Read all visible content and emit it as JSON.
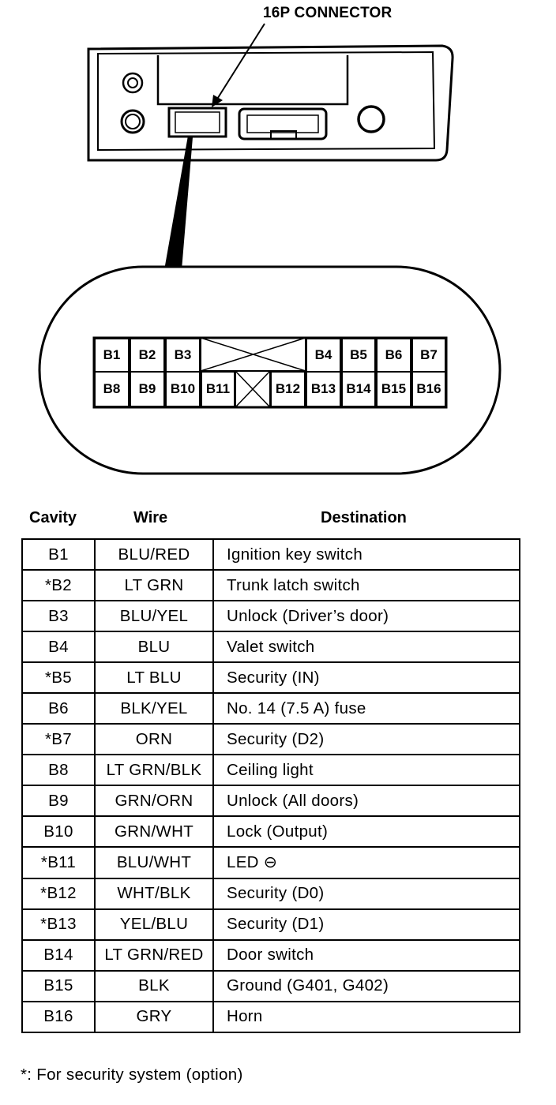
{
  "callout_label": "16P CONNECTOR",
  "connector_pins": {
    "top_row": [
      "B1",
      "B2",
      "B3",
      "B4",
      "B5",
      "B6",
      "B7"
    ],
    "bottom_row": [
      "B8",
      "B9",
      "B10",
      "B11",
      "B12",
      "B13",
      "B14",
      "B15",
      "B16"
    ]
  },
  "table": {
    "headers": {
      "cavity": "Cavity",
      "wire": "Wire",
      "destination": "Destination"
    },
    "rows": [
      {
        "cavity": "B1",
        "wire": "BLU/RED",
        "destination": "Ignition key switch"
      },
      {
        "cavity": "*B2",
        "wire": "LT GRN",
        "destination": "Trunk latch switch"
      },
      {
        "cavity": "B3",
        "wire": "BLU/YEL",
        "destination": "Unlock (Driver’s door)"
      },
      {
        "cavity": "B4",
        "wire": "BLU",
        "destination": "Valet switch"
      },
      {
        "cavity": "*B5",
        "wire": "LT BLU",
        "destination": "Security (IN)"
      },
      {
        "cavity": "B6",
        "wire": "BLK/YEL",
        "destination": "No. 14 (7.5 A) fuse"
      },
      {
        "cavity": "*B7",
        "wire": "ORN",
        "destination": "Security (D2)"
      },
      {
        "cavity": "B8",
        "wire": "LT GRN/BLK",
        "destination": "Ceiling light"
      },
      {
        "cavity": "B9",
        "wire": "GRN/ORN",
        "destination": "Unlock (All doors)"
      },
      {
        "cavity": "B10",
        "wire": "GRN/WHT",
        "destination": "Lock (Output)"
      },
      {
        "cavity": "*B11",
        "wire": "BLU/WHT",
        "destination": "LED ⊖"
      },
      {
        "cavity": "*B12",
        "wire": "WHT/BLK",
        "destination": "Security (D0)"
      },
      {
        "cavity": "*B13",
        "wire": "YEL/BLU",
        "destination": "Security (D1)"
      },
      {
        "cavity": "B14",
        "wire": "LT GRN/RED",
        "destination": "Door switch"
      },
      {
        "cavity": "B15",
        "wire": "BLK",
        "destination": "Ground (G401, G402)"
      },
      {
        "cavity": "B16",
        "wire": "GRY",
        "destination": "Horn"
      }
    ]
  },
  "footnote": "*: For security system (option)"
}
